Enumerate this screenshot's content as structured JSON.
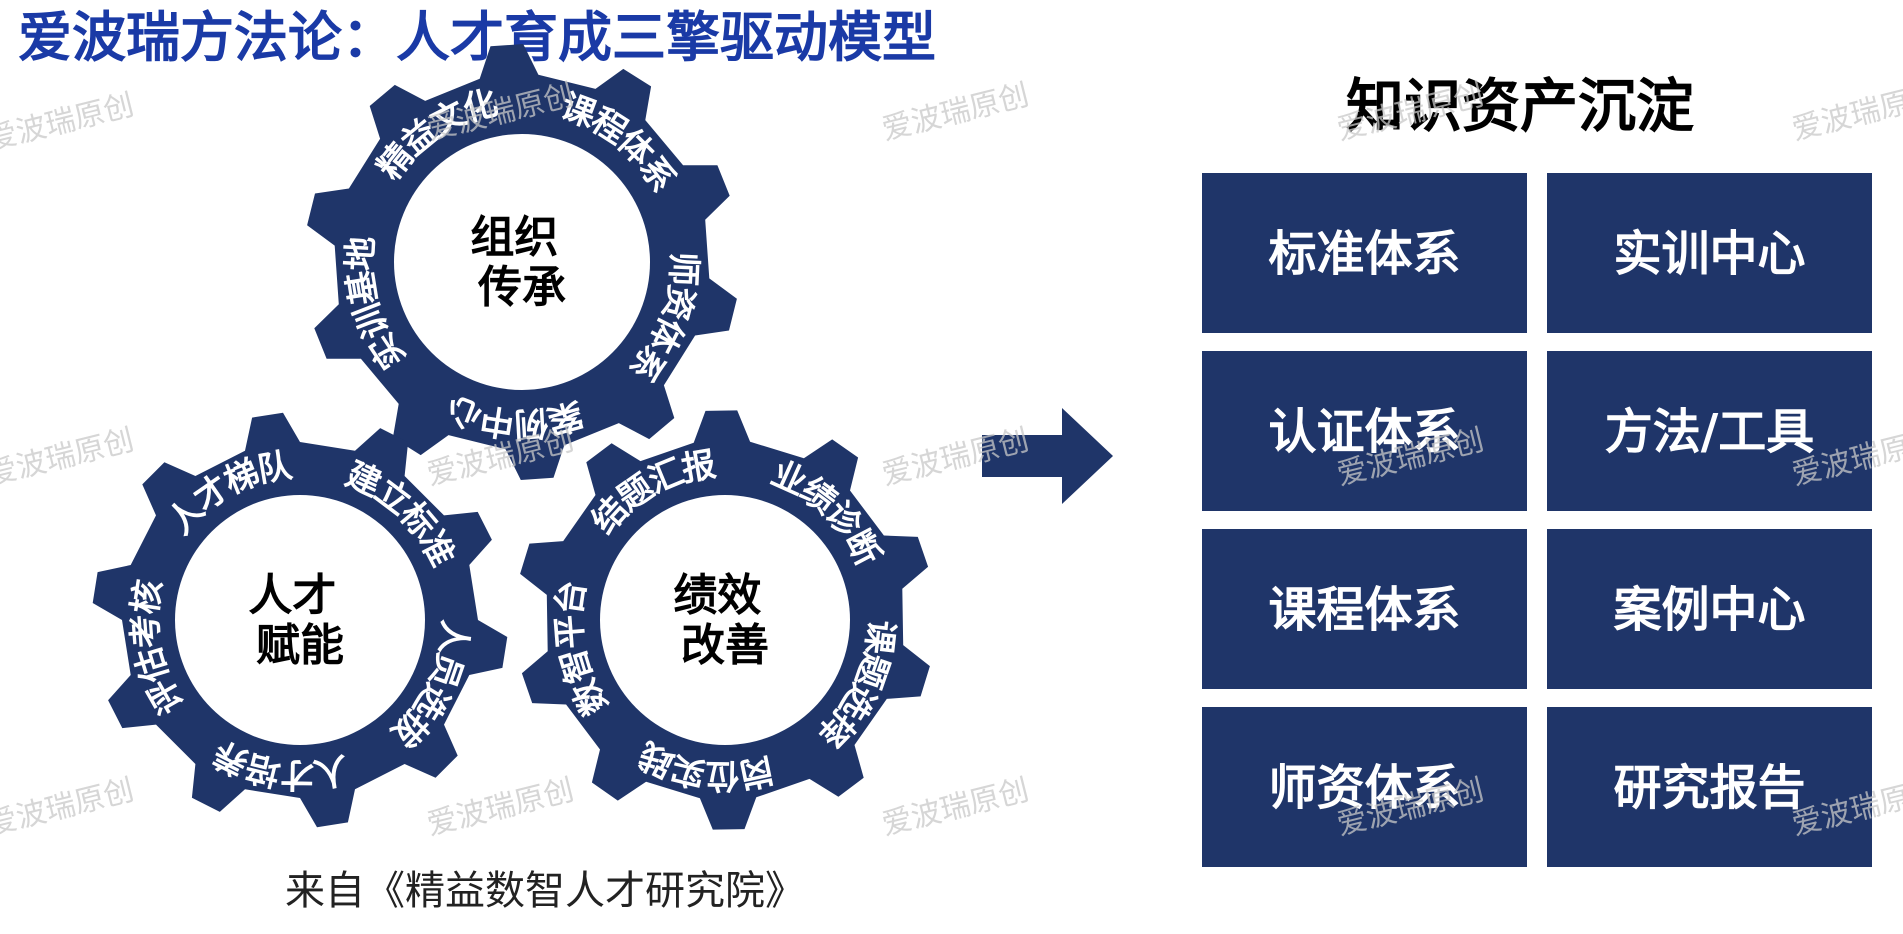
{
  "title": "爱波瑞方法论：人才育成三擎驱动模型",
  "colors": {
    "title": "#1a3aa6",
    "gear": "#1f3569",
    "box": "#1f3569",
    "center": "#ffffff",
    "ring_text": "#ffffff",
    "center_text": "#000000",
    "assets_title": "#000000",
    "source_text": "#222222",
    "watermark": "#c8c8c8"
  },
  "gears": {
    "top": {
      "center_lines": [
        "组织",
        "传承"
      ],
      "ring_labels": [
        "课程体系",
        "师资体系",
        "案例中心",
        "实训基地",
        "精益文化"
      ]
    },
    "left": {
      "center_lines": [
        "人才",
        "赋能"
      ],
      "ring_labels": [
        "建立标准",
        "人员选拔",
        "人才培养",
        "评估考核",
        "人才梯队"
      ]
    },
    "right": {
      "center_lines": [
        "绩效",
        "改善"
      ],
      "ring_labels": [
        "业绩诊断",
        "课题选择",
        "岗位实践",
        "数智平台",
        "结题汇报"
      ]
    }
  },
  "arrow_icon": "right-arrow-icon",
  "assets": {
    "title": "知识资产沉淀",
    "items": [
      "标准体系",
      "实训中心",
      "认证体系",
      "方法/工具",
      "课程体系",
      "案例中心",
      "师资体系",
      "研究报告"
    ]
  },
  "source": "来自《精益数智人才研究院》",
  "watermark_text": "爱波瑞原创"
}
